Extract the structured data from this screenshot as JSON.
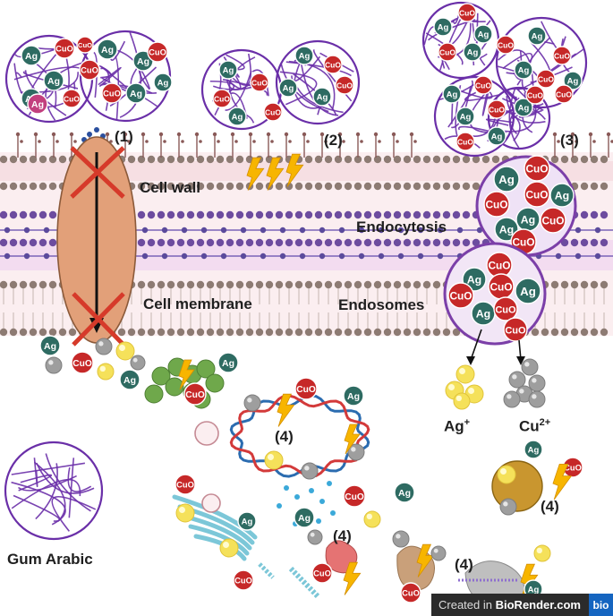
{
  "labels": {
    "cell_wall": "Cell wall",
    "cell_membrane": "Cell membrane",
    "endocytosis": "Endocytosis",
    "endosomes": "Endosomes",
    "gum_arabic": "Gum Arabic",
    "ag_ion": "Ag",
    "ag_ion_charge": "+",
    "cu_ion": "Cu",
    "cu_ion_charge": "2+"
  },
  "particles": {
    "cuo": "CuO",
    "ag": "Ag"
  },
  "steps": {
    "s1": "(1)",
    "s2": "(2)",
    "s3": "(3)",
    "s4a": "(4)",
    "s4b": "(4)",
    "s4c": "(4)",
    "s4d": "(4)"
  },
  "footer": {
    "created_in": "Created in",
    "brand": "BioRender.com",
    "logo": "bio"
  },
  "colors": {
    "cuo": "#c62828",
    "ag": "#2e6b62",
    "agPink": "#c2407e",
    "gum": "#6a2fa8",
    "wall": "#f6dfe3",
    "membraneHead": "#8d7b73",
    "channel": "#e2a079",
    "yellow": "#f5e15a",
    "grey": "#9e9e9e",
    "bolt": "#f7b500",
    "dnaBlue": "#2b6cb0",
    "dnaRed": "#d33a3a",
    "protein": "#c9a07a"
  }
}
